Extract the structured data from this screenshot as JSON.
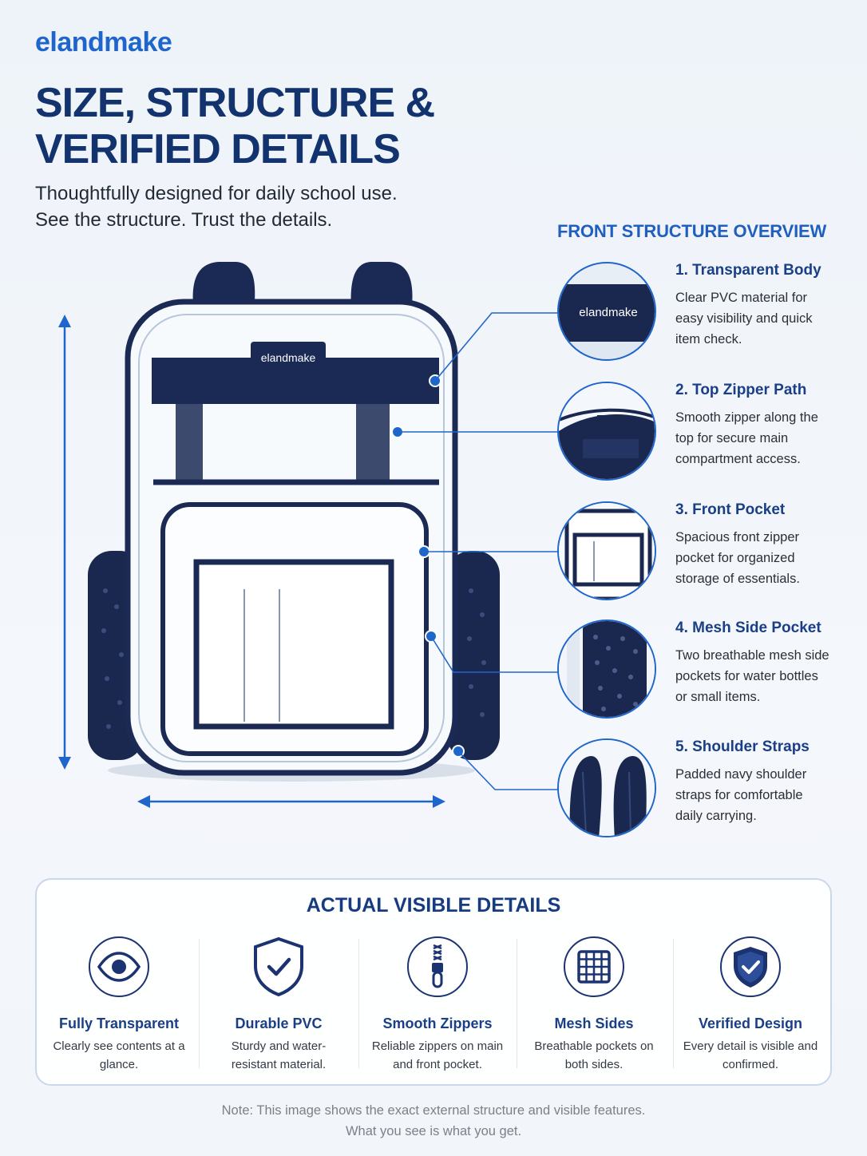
{
  "brand": "elandmake",
  "title": {
    "line1": "SIZE, STRUCTURE &",
    "line2": "VERIFIED DETAILS"
  },
  "subtitle": {
    "line1": "Thoughtfully designed for daily school use.",
    "line2": "See the structure. Trust the details."
  },
  "bag_label": "elandmake",
  "front": {
    "heading": "FRONT STRUCTURE OVERVIEW",
    "items": [
      {
        "title": "1. Transparent Body",
        "desc": "Clear PVC material for easy visibility and quick item check.",
        "thumb_label": "elandmake"
      },
      {
        "title": "2. Top Zipper Path",
        "desc": "Smooth zipper along the top for secure main compartment access."
      },
      {
        "title": "3. Front Pocket",
        "desc": "Spacious front zipper pocket for organized storage of essentials."
      },
      {
        "title": "4. Mesh Side Pocket",
        "desc": "Two breathable mesh side pockets for water bottles or small items."
      },
      {
        "title": "5. Shoulder Straps",
        "desc": "Padded navy shoulder straps for comfortable daily carrying."
      }
    ]
  },
  "details": {
    "heading": "ACTUAL VISIBLE DETAILS",
    "features": [
      {
        "icon": "eye-icon",
        "title": "Fully Transparent",
        "desc": "Clearly see contents at a glance."
      },
      {
        "icon": "shield-check-icon",
        "title": "Durable PVC",
        "desc": "Sturdy and water-resistant material."
      },
      {
        "icon": "zipper-icon",
        "title": "Smooth Zippers",
        "desc": "Reliable zippers on main and front pocket."
      },
      {
        "icon": "grid-icon",
        "title": "Mesh Sides",
        "desc": "Breathable pockets on both sides."
      },
      {
        "icon": "verified-shield-icon",
        "title": "Verified Design",
        "desc": "Every detail is visible and confirmed."
      }
    ]
  },
  "note": {
    "line1": "Note: This image shows the exact external structure and visible features.",
    "line2": "What you see is what you get."
  },
  "colors": {
    "navy": "#17254d",
    "accent": "#1f66cc",
    "heading": "#12336e"
  }
}
